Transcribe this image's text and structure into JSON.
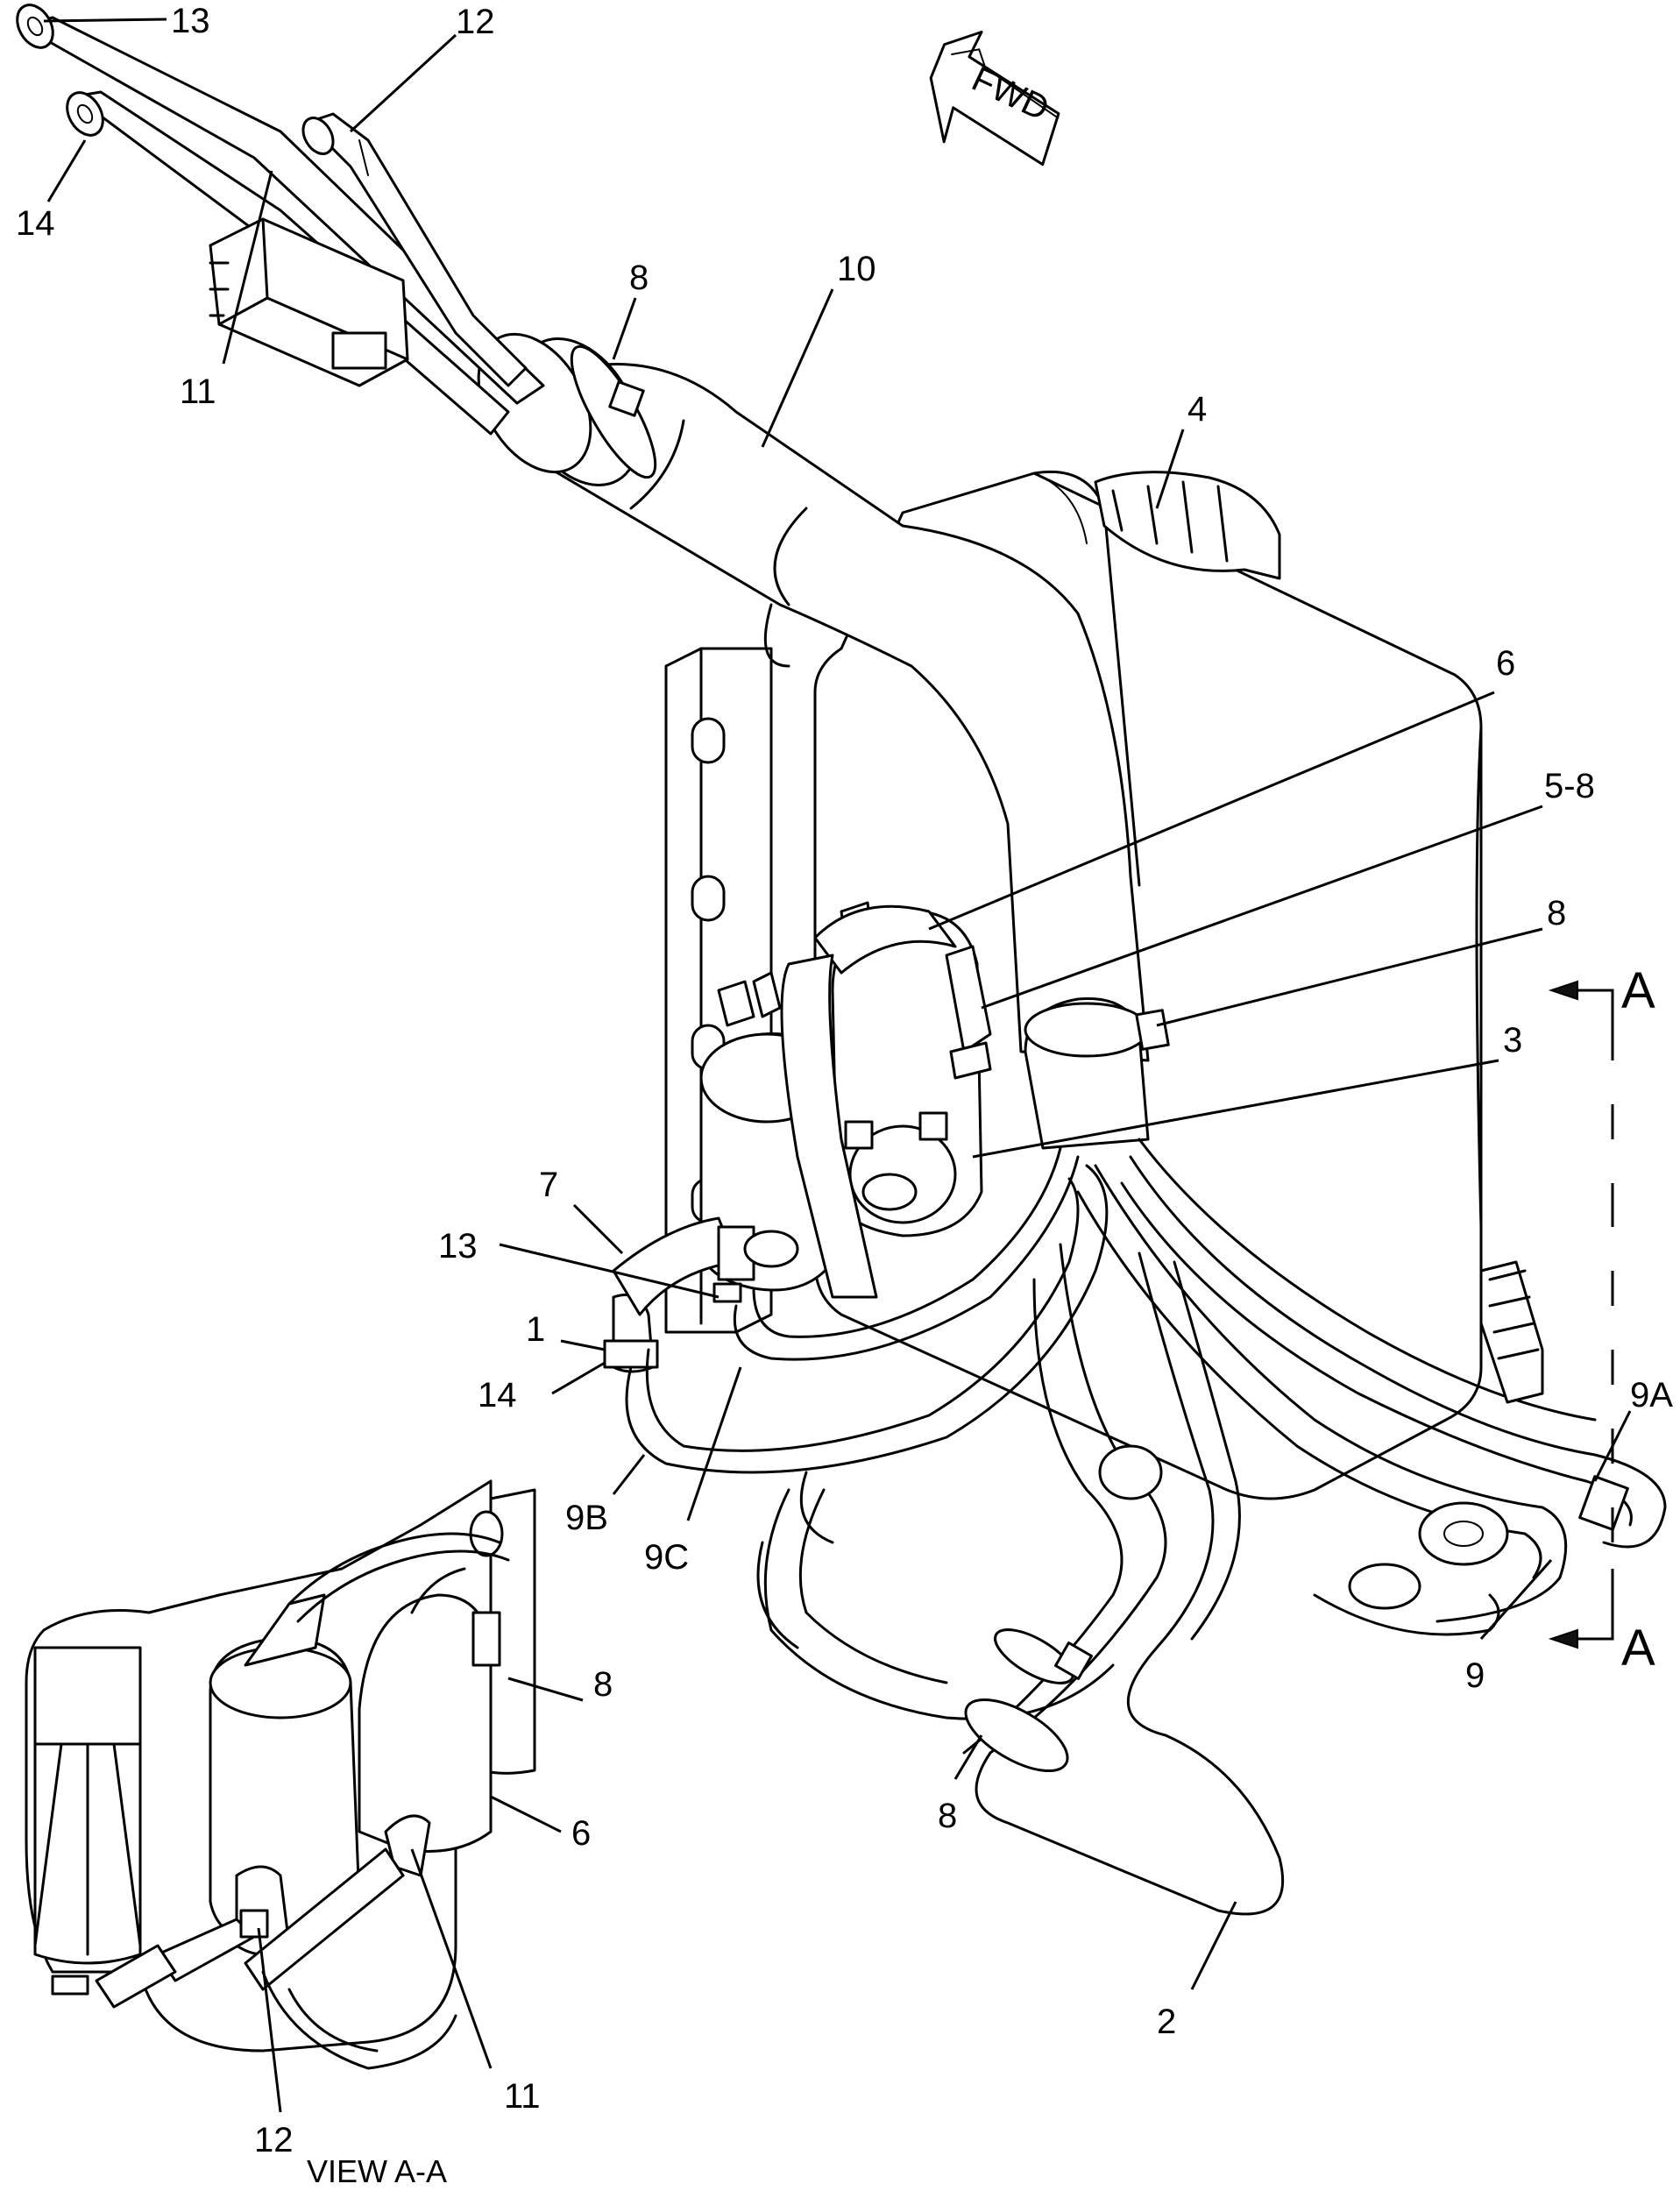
{
  "direction_arrow": {
    "label": "FWD"
  },
  "callouts": {
    "c13_top": "13",
    "c12_top": "12",
    "c14_top": "14",
    "c11_top": "11",
    "c8_top": "8",
    "c10": "10",
    "c4": "4",
    "c6": "6",
    "c5_8": "5-8",
    "c8_right": "8",
    "c3": "3",
    "c7": "7",
    "c13_mid": "13",
    "c1": "1",
    "c14_mid": "14",
    "c9B": "9B",
    "c9C": "9C",
    "c9A": "9A",
    "c9": "9",
    "c8_bottom": "8",
    "c2": "2",
    "c8_view": "8",
    "c6_view": "6",
    "c11_view": "11",
    "c12_view": "12"
  },
  "section_marks": {
    "top": "A",
    "bottom": "A"
  },
  "view_caption": "VIEW A-A"
}
